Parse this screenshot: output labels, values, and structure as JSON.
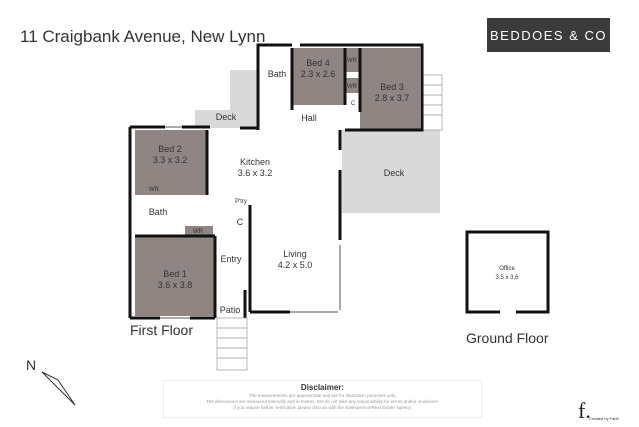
{
  "header": {
    "address": "11 Craigbank Avenue, New Lynn",
    "brand": "BEDDOES & CO"
  },
  "rooms": {
    "bath_top": "Bath",
    "bed4": {
      "name": "Bed 4",
      "size": "2.3 x 2.6"
    },
    "wr": "WR",
    "c": "C",
    "bed3": {
      "name": "Bed 3",
      "size": "2.8 x 3.7"
    },
    "hall": "Hall",
    "deck": "Deck",
    "bed2": {
      "name": "Bed 2",
      "size": "3.3 x 3.2"
    },
    "kitchen": {
      "name": "Kitchen",
      "size": "3.6 x 3.2"
    },
    "pantry": "P'try",
    "bath": "Bath",
    "bed1": {
      "name": "Bed 1",
      "size": "3.6 x 3.8"
    },
    "entry": "Entry",
    "living": {
      "name": "Living",
      "size": "4.2 x 5.0"
    },
    "patio": "Patio",
    "office": {
      "name": "Office",
      "size": "3.5 x 3.6"
    }
  },
  "floors": {
    "first": "First Floor",
    "ground": "Ground Floor"
  },
  "compass": "N",
  "disclaimer": {
    "title": "Disclaimer:",
    "lines": [
      "The measurements are approximate and are for illustration purposes only.",
      "The dimensions are measured internally and in metres. We do not take any responsibility for errors and/or omissions.",
      "If you require further verification please discuss with the Salesperson/Real Estate Agency."
    ]
  },
  "credit": {
    "mark": "f.",
    "text": "Created by Fabit"
  },
  "colors": {
    "wall": "#111111",
    "bedroom": "#8f8683",
    "deck": "#d9d9d9",
    "logo_bg": "#3b3b3b",
    "accent": "#d0021b"
  }
}
